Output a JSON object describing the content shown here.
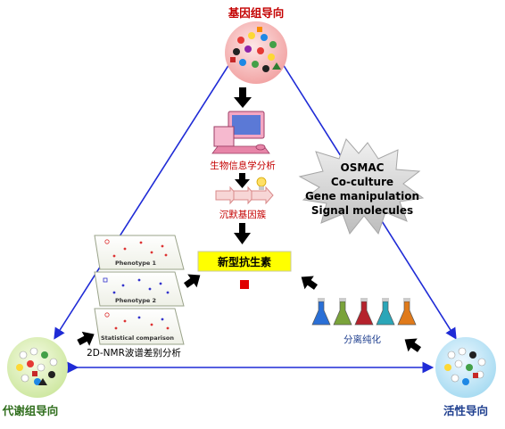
{
  "nodes": {
    "genomics": "基因组导向",
    "metabolomics": "代谢组导向",
    "activity": "活性导向"
  },
  "center": {
    "bioinformatics": "生物信息学分析",
    "silent_clusters": "沉默基因簇",
    "new_antibiotics": "新型抗生素",
    "separation": "分离纯化",
    "nmr": "2D-NMR波谱差别分析"
  },
  "nmr_panels": [
    "Phenotype 1",
    "Phenotype 2",
    "Statistical comparison"
  ],
  "strategies": [
    "OSMAC",
    "Co-culture",
    "Gene manipulation",
    "Signal molecules"
  ],
  "colors": {
    "triangle_line": "#1f2bd6",
    "arrow": "#000000",
    "highlight_box": "#ffff00",
    "label_red": "#c40000",
    "label_blue": "#1f3f8f",
    "label_green": "#2e6d1b"
  },
  "icons": [
    "computer-icon",
    "lightbulb-icon",
    "flask-icon"
  ]
}
